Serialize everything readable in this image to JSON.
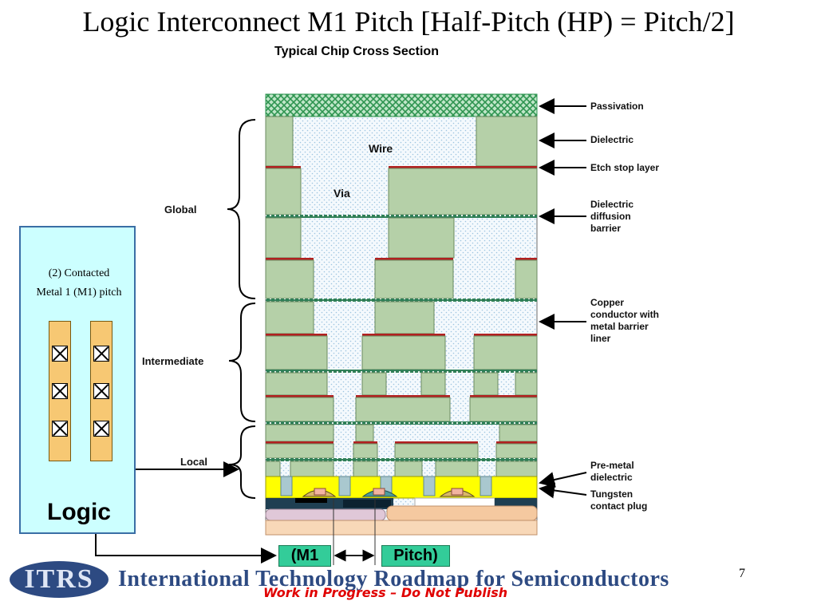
{
  "title": "Logic Interconnect M1 Pitch [Half-Pitch (HP) = Pitch/2]",
  "subtitle": "Typical Chip Cross Section",
  "logic_panel": {
    "label_line1": "(2) Contacted",
    "label_line2": "Metal 1 (M1)  pitch",
    "big_label": "Logic"
  },
  "cross_section": {
    "wire_label": "Wire",
    "via_label": "Via"
  },
  "levels": {
    "global": "Global",
    "intermediate": "Intermediate",
    "local": "Local"
  },
  "right_labels": {
    "passivation": "Passivation",
    "dielectric": "Dielectric",
    "etch_stop": "Etch stop layer",
    "diffusion_barrier_1": "Dielectric",
    "diffusion_barrier_2": "diffusion",
    "diffusion_barrier_3": "barrier",
    "copper_1": "Copper",
    "copper_2": "conductor with",
    "copper_3": "metal barrier",
    "copper_4": "liner",
    "premetal_1": "Pre-metal",
    "premetal_2": "dielectric",
    "tungsten_1": "Tungsten",
    "tungsten_2": "contact plug"
  },
  "pitch_labels": {
    "left": "(M1",
    "right": "Pitch)"
  },
  "footer": {
    "logo": "ITRS",
    "org_name": "International Technology Roadmap for Semiconductors",
    "notice": "Work in Progress – Do Not Publish",
    "page_number": "7"
  },
  "colors": {
    "dielectric": "#b5d0a8",
    "passivation": "#3fa860",
    "copper_cap": "#b22020",
    "premetal": "#ffff00",
    "logic_bg": "#ccffff",
    "pitch_box": "#33cc99",
    "notice": "#e00000"
  }
}
